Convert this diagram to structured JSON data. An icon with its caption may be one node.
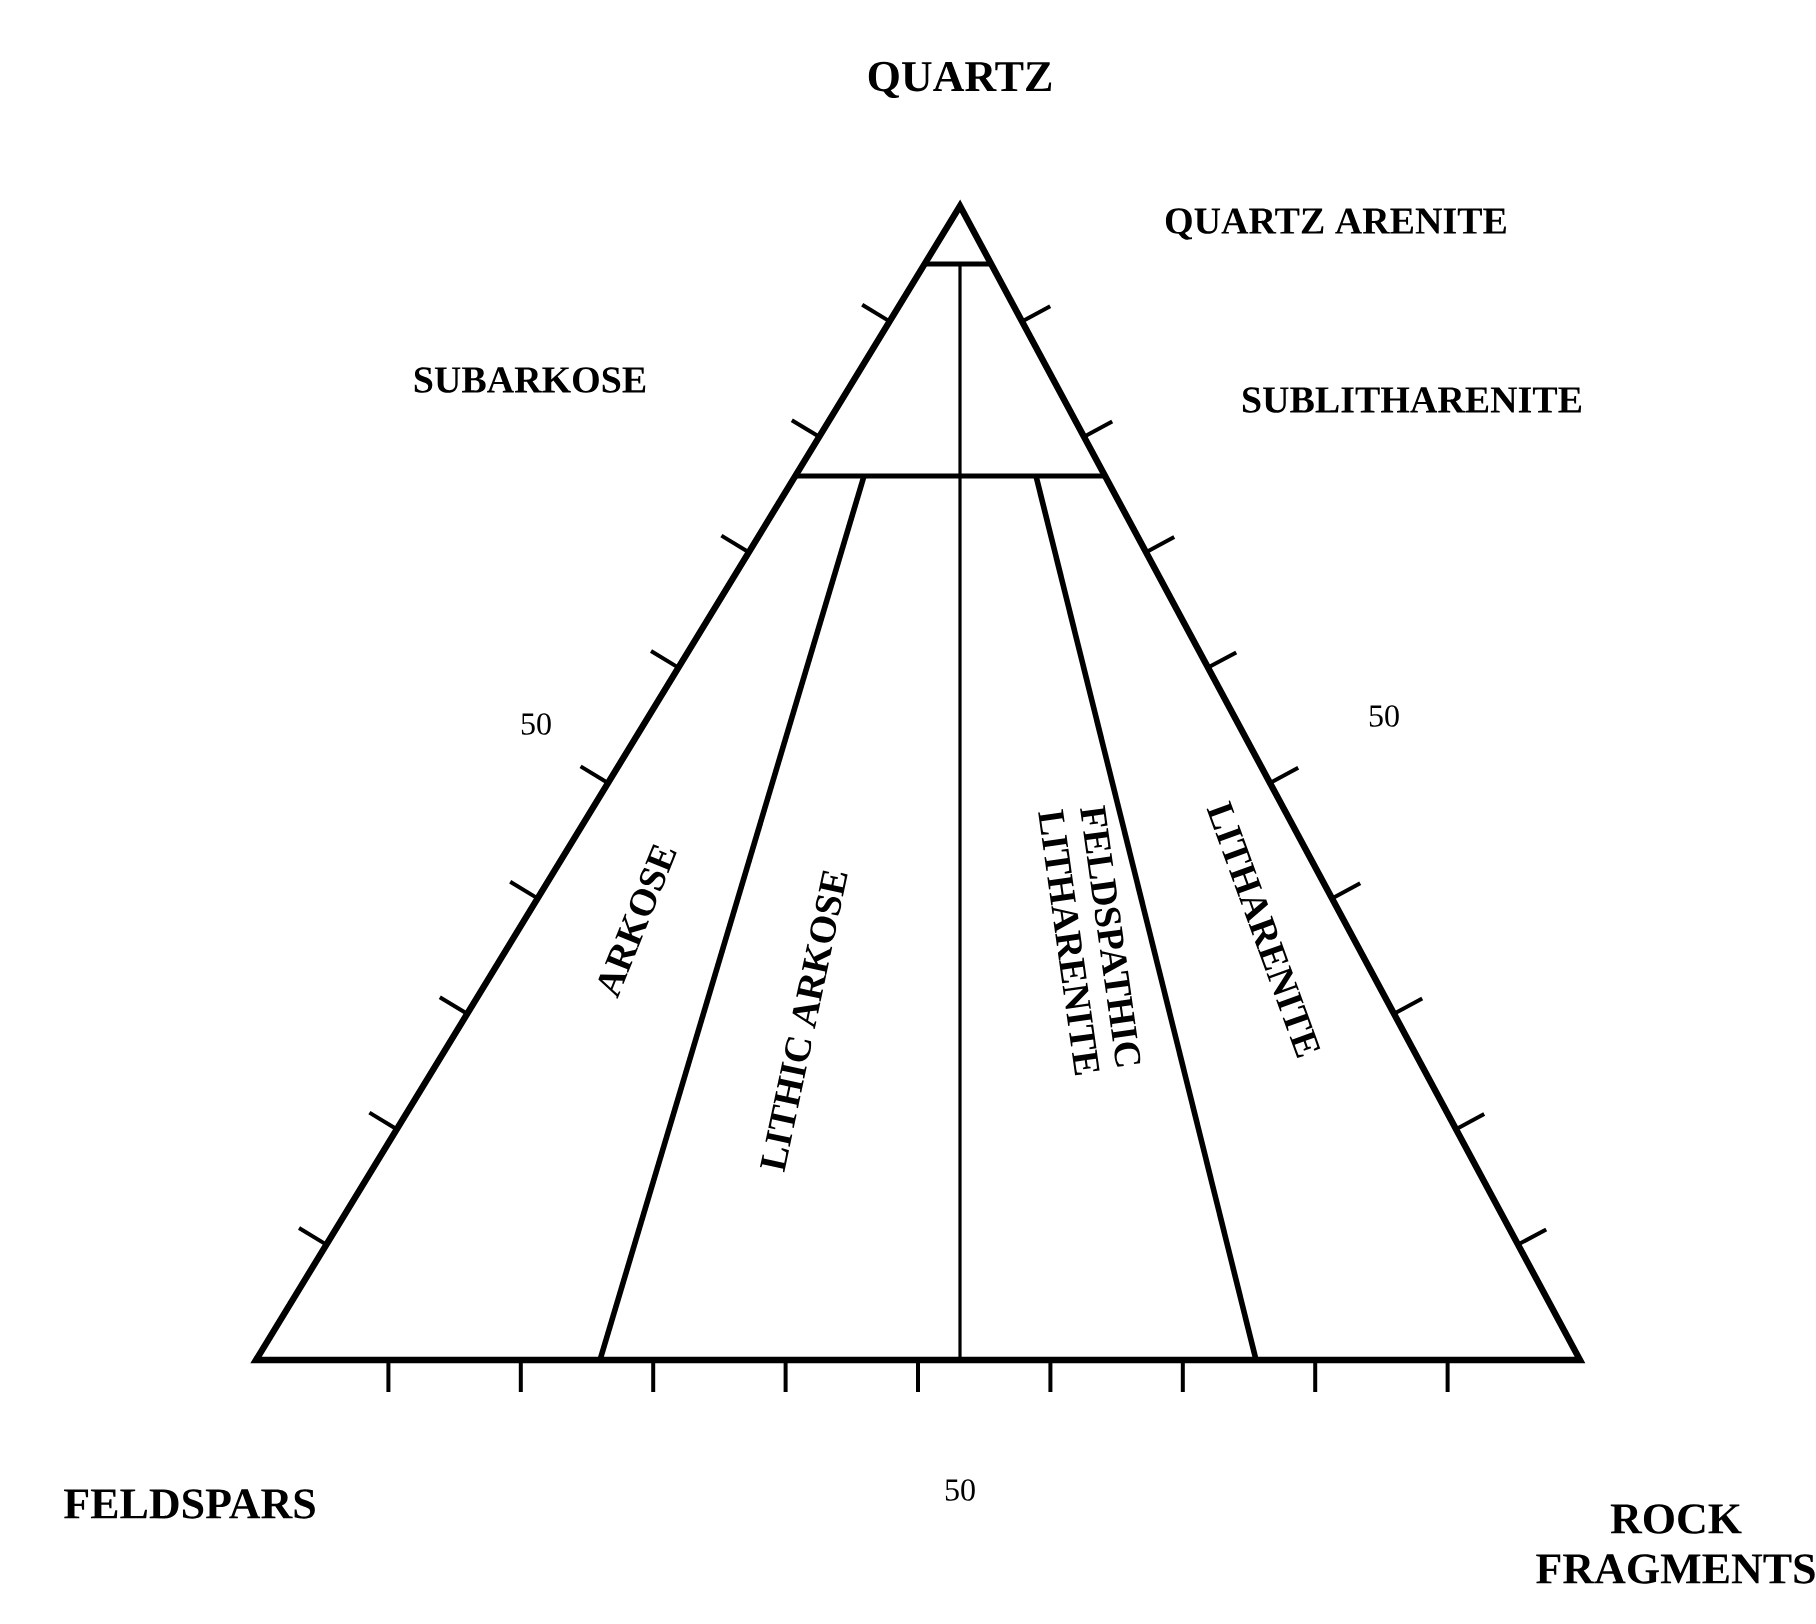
{
  "diagram": {
    "labels": [
      "QUARTZ",
      "QUARTZ ARENITE",
      "SUBARKOSE",
      "SUBLITHARENITE",
      "50",
      "50",
      "ARKOSE",
      "LITHIC ARKOSE",
      "FELDSPATHIC LITHARENITE",
      "LITHARENITE",
      "FELDSPARS",
      "50",
      "ROCK FRAGMENTS"
    ]
  }
}
